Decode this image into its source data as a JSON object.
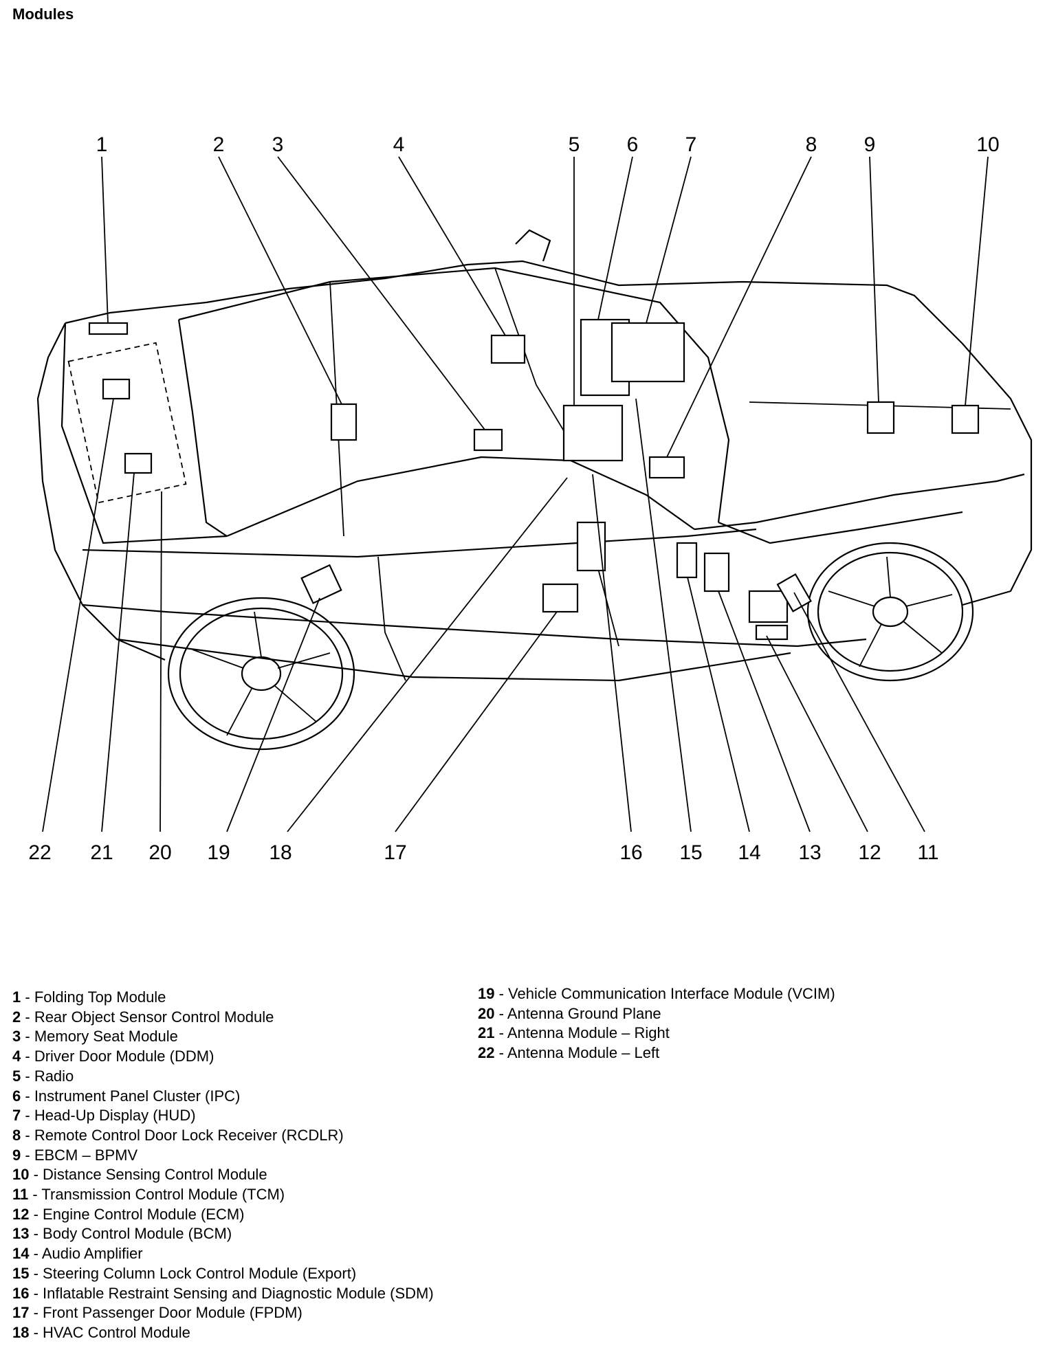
{
  "title": "Modules",
  "callout_numbers": [
    "1",
    "2",
    "3",
    "4",
    "5",
    "6",
    "7",
    "8",
    "9",
    "10",
    "11",
    "12",
    "13",
    "14",
    "15",
    "16",
    "17",
    "18",
    "19",
    "20",
    "21",
    "22"
  ],
  "legend_left": [
    {
      "num": "1",
      "label": "Folding Top Module"
    },
    {
      "num": "2",
      "label": "Rear Object Sensor Control Module"
    },
    {
      "num": "3",
      "label": "Memory Seat Module"
    },
    {
      "num": "4",
      "label": "Driver Door Module (DDM)"
    },
    {
      "num": "5",
      "label": "Radio"
    },
    {
      "num": "6",
      "label": "Instrument Panel Cluster (IPC)"
    },
    {
      "num": "7",
      "label": "Head-Up Display (HUD)"
    },
    {
      "num": "8",
      "label": "Remote Control Door Lock Receiver (RCDLR)"
    },
    {
      "num": "9",
      "label": "EBCM – BPMV"
    },
    {
      "num": "10",
      "label": "Distance Sensing Control Module"
    },
    {
      "num": "11",
      "label": "Transmission Control Module (TCM)"
    },
    {
      "num": "12",
      "label": "Engine Control Module (ECM)"
    },
    {
      "num": "13",
      "label": "Body Control Module (BCM)"
    },
    {
      "num": "14",
      "label": "Audio Amplifier"
    },
    {
      "num": "15",
      "label": "Steering Column Lock Control Module (Export)"
    },
    {
      "num": "16",
      "label": "Inflatable Restraint Sensing and Diagnostic Module (SDM)"
    },
    {
      "num": "17",
      "label": "Front Passenger Door Module (FPDM)"
    },
    {
      "num": "18",
      "label": "HVAC Control Module"
    }
  ],
  "legend_right": [
    {
      "num": "19",
      "label": "Vehicle Communication Interface Module (VCIM)"
    },
    {
      "num": "20",
      "label": "Antenna Ground Plane"
    },
    {
      "num": "21",
      "label": "Antenna Module – Right"
    },
    {
      "num": "22",
      "label": "Antenna Module – Left"
    }
  ]
}
